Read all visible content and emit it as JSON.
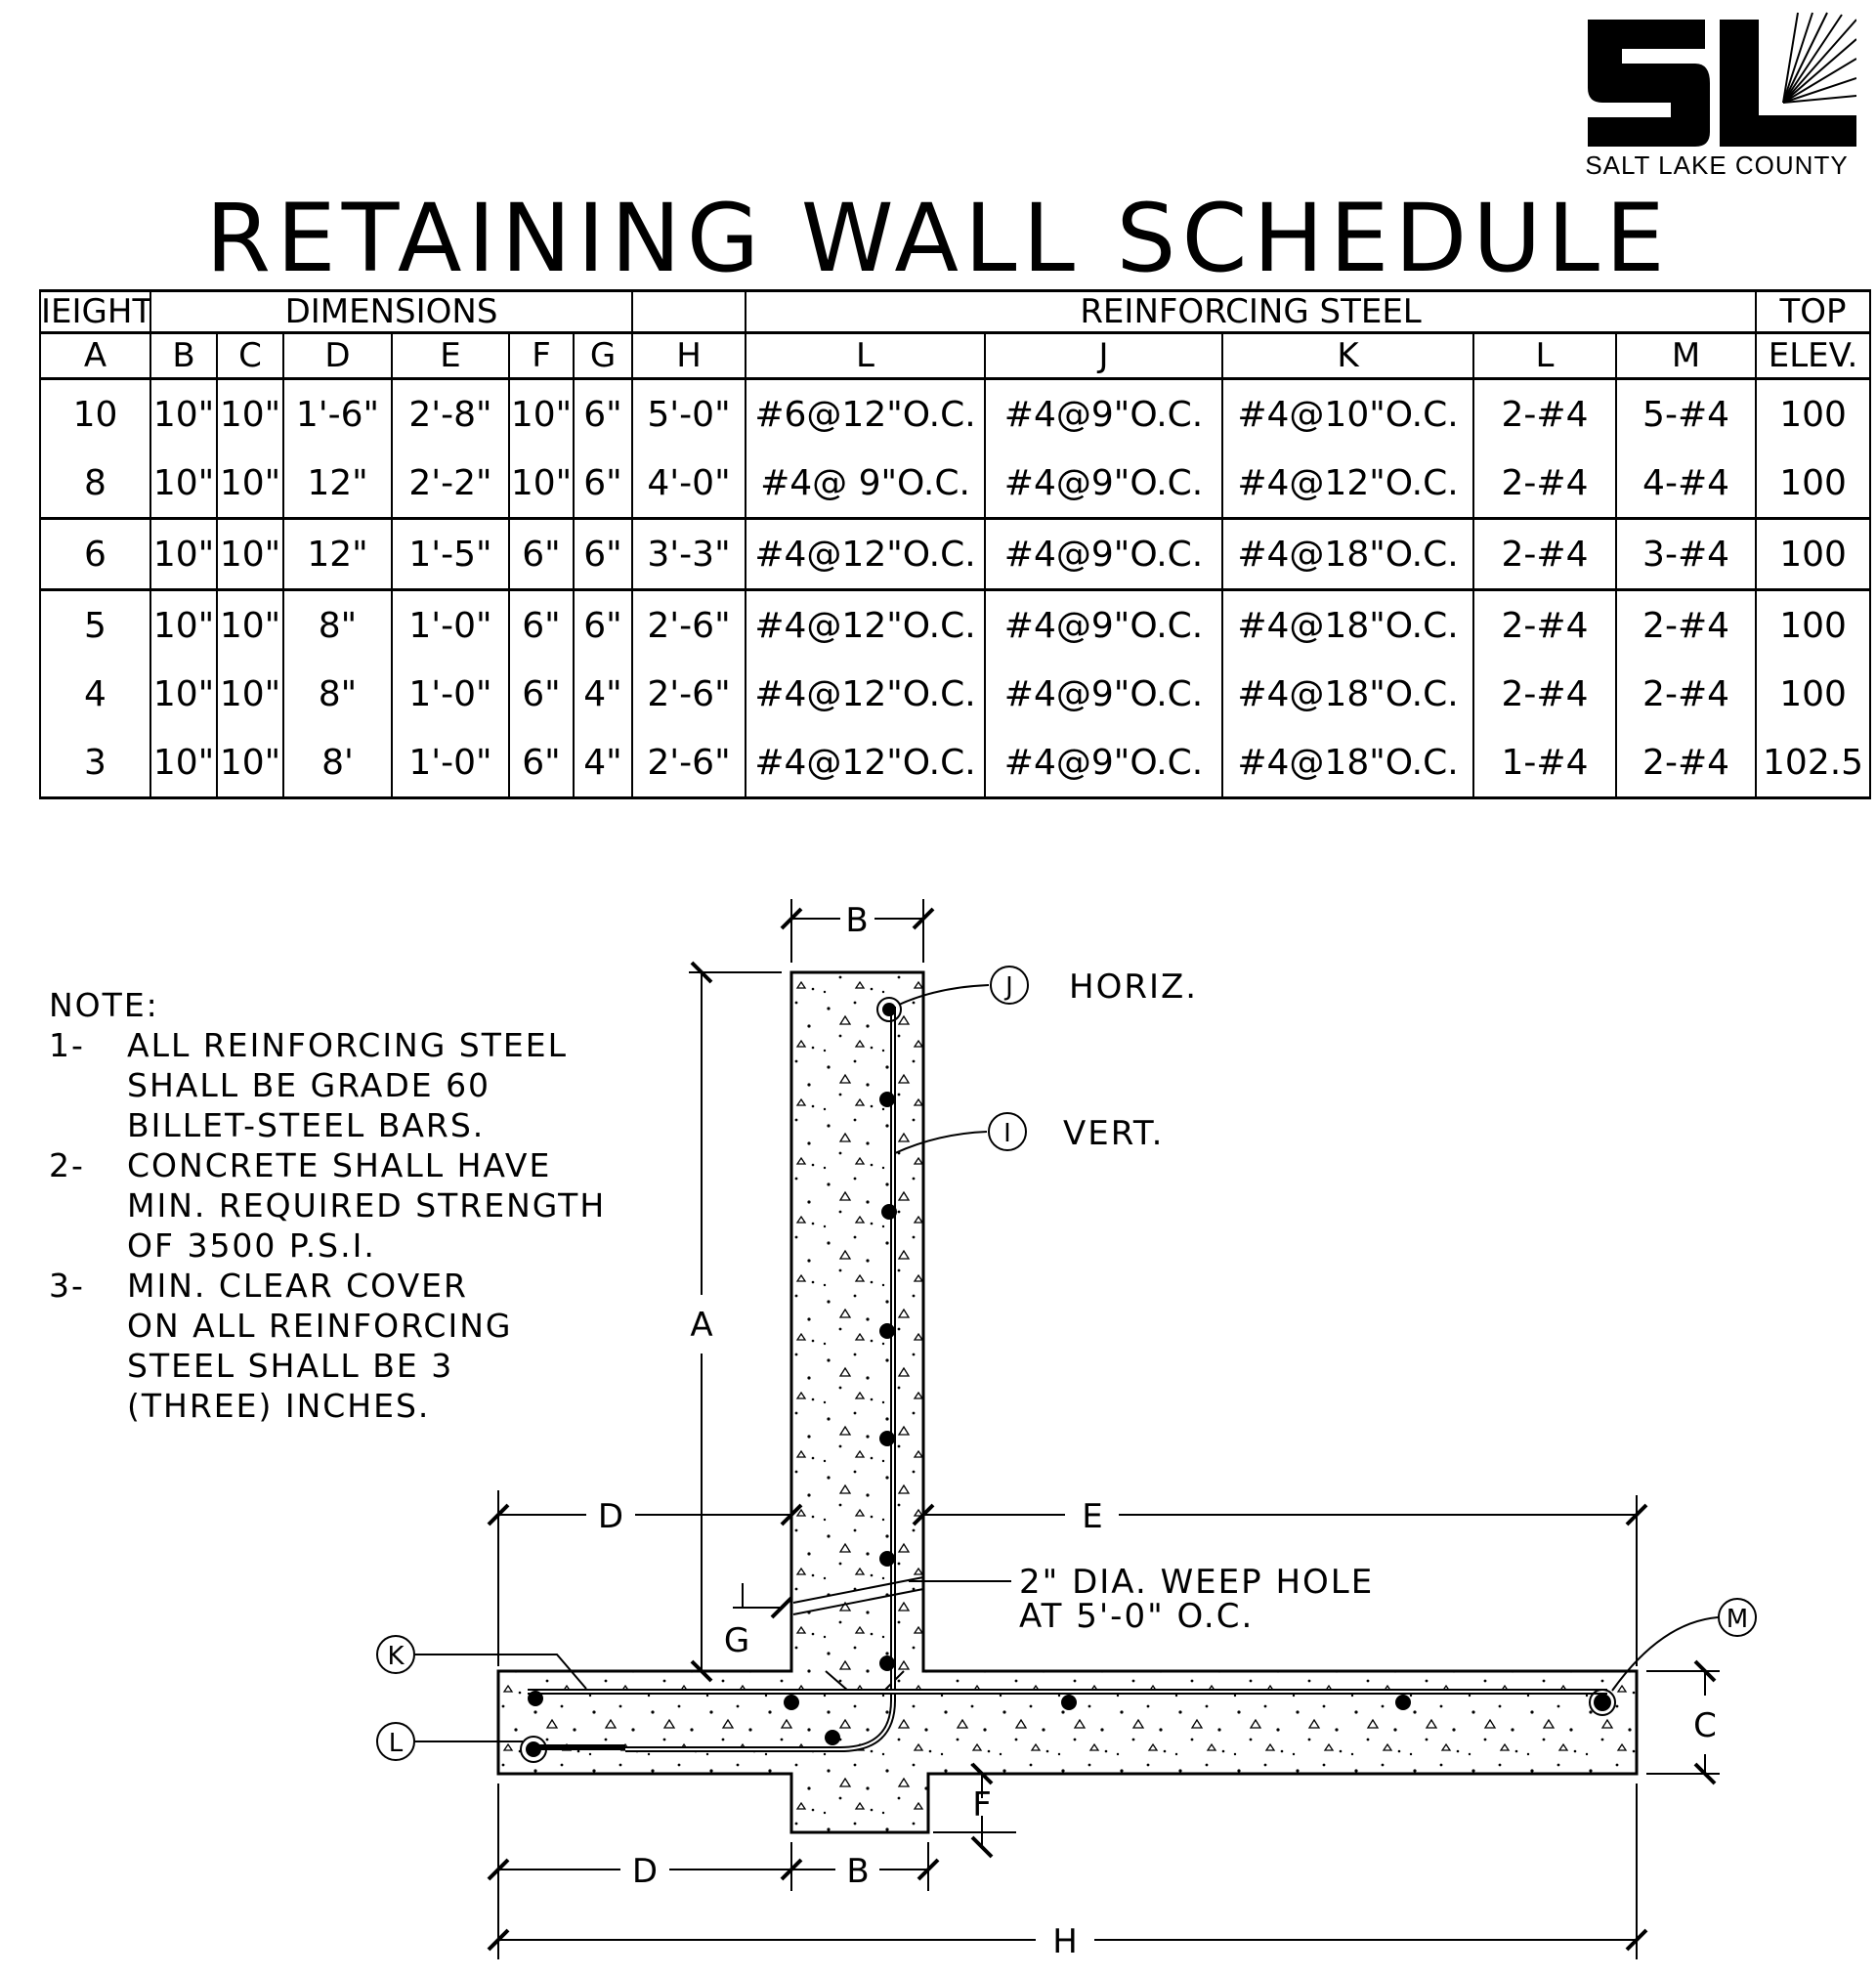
{
  "logo": {
    "letters": "SL",
    "caption": "SALT LAKE COUNTY"
  },
  "title": "RETAINING WALL SCHEDULE",
  "table": {
    "header_top": {
      "height": "IEIGHT",
      "dimensions": "DIMENSIONS",
      "reinforcing": "REINFORCING STEEL",
      "top": "TOP"
    },
    "header_sub": [
      "A",
      "B",
      "C",
      "D",
      "E",
      "F",
      "G",
      "H",
      "L",
      "J",
      "K",
      "L",
      "M",
      "ELEV."
    ],
    "rows": [
      [
        "10",
        "10\"",
        "10\"",
        "1'-6\"",
        "2'-8\"",
        "10\"",
        "6\"",
        "5'-0\"",
        "#6@12\"O.C.",
        "#4@9\"O.C.",
        "#4@10\"O.C.",
        "2-#4",
        "5-#4",
        "100"
      ],
      [
        "8",
        "10\"",
        "10\"",
        "12\"",
        "2'-2\"",
        "10\"",
        "6\"",
        "4'-0\"",
        "#4@ 9\"O.C.",
        "#4@9\"O.C.",
        "#4@12\"O.C.",
        "2-#4",
        "4-#4",
        "100"
      ],
      [
        "6",
        "10\"",
        "10\"",
        "12\"",
        "1'-5\"",
        "6\"",
        "6\"",
        "3'-3\"",
        "#4@12\"O.C.",
        "#4@9\"O.C.",
        "#4@18\"O.C.",
        "2-#4",
        "3-#4",
        "100"
      ],
      [
        "5",
        "10\"",
        "10\"",
        "8\"",
        "1'-0\"",
        "6\"",
        "6\"",
        "2'-6\"",
        "#4@12\"O.C.",
        "#4@9\"O.C.",
        "#4@18\"O.C.",
        "2-#4",
        "2-#4",
        "100"
      ],
      [
        "4",
        "10\"",
        "10\"",
        "8\"",
        "1'-0\"",
        "6\"",
        "4\"",
        "2'-6\"",
        "#4@12\"O.C.",
        "#4@9\"O.C.",
        "#4@18\"O.C.",
        "2-#4",
        "2-#4",
        "100"
      ],
      [
        "3",
        "10\"",
        "10\"",
        "8'",
        "1'-0\"",
        "6\"",
        "4\"",
        "2'-6\"",
        "#4@12\"O.C.",
        "#4@9\"O.C.",
        "#4@18\"O.C.",
        "1-#4",
        "2-#4",
        "102.5"
      ]
    ]
  },
  "notes": {
    "heading": "NOTE:",
    "items": [
      {
        "num": "1-",
        "text": "ALL REINFORCING STEEL\nSHALL BE GRADE 60\nBILLET-STEEL BARS."
      },
      {
        "num": "2-",
        "text": "CONCRETE SHALL HAVE\nMIN. REQUIRED STRENGTH\nOF 3500 P.S.I."
      },
      {
        "num": "3-",
        "text": "MIN. CLEAR COVER\nON ALL REINFORCING\nSTEEL SHALL BE 3\n(THREE) INCHES."
      }
    ]
  },
  "diagram": {
    "dim_labels": {
      "b_top": "B",
      "a": "A",
      "d_left": "D",
      "e": "E",
      "g": "G",
      "c": "C",
      "f": "F",
      "d_bottom": "D",
      "b_bottom": "B",
      "h": "H"
    },
    "callouts": {
      "j": {
        "tag": "J",
        "text": "HORIZ."
      },
      "i": {
        "tag": "I",
        "text": "VERT."
      },
      "k": {
        "tag": "K"
      },
      "l": {
        "tag": "L"
      },
      "m": {
        "tag": "M"
      }
    },
    "weep_line1": "2\" DIA. WEEP HOLE",
    "weep_line2": "AT 5'-0\" O.C."
  }
}
